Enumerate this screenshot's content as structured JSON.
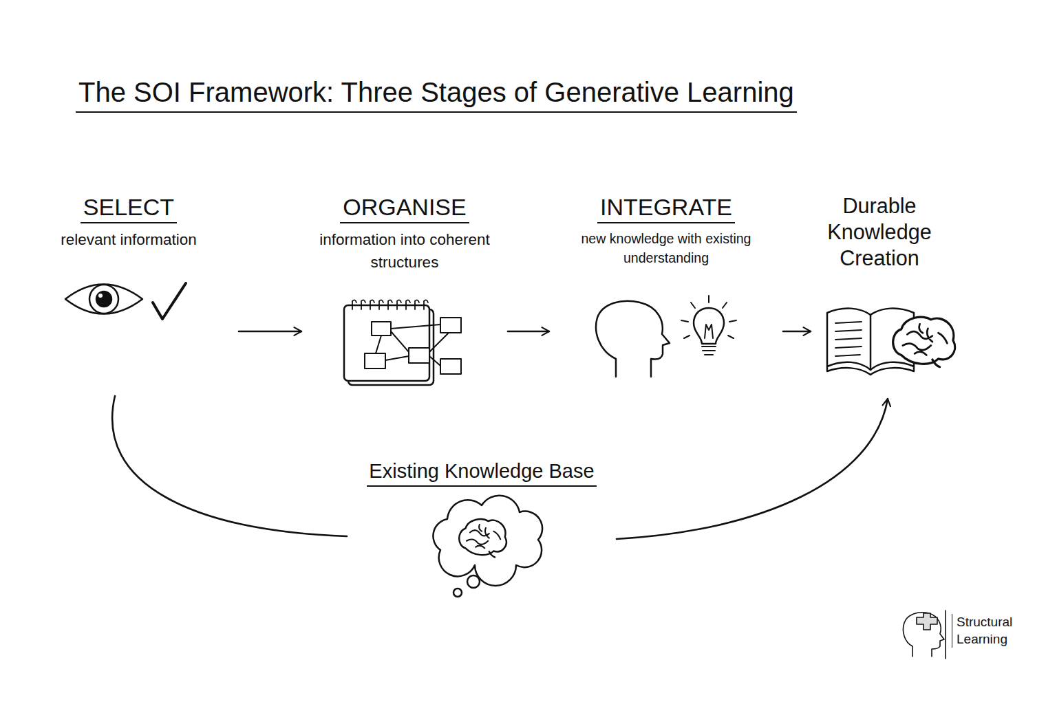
{
  "diagram": {
    "title": "The SOI Framework: Three Stages of Generative Learning",
    "nodes": [
      {
        "text": [
          "SELECT",
          "relevant information"
        ]
      },
      {
        "text": [
          "ORGANISE",
          "information into coherent structures"
        ]
      },
      {
        "text": [
          "INTEGRATE",
          "new knowledge with existing understanding"
        ]
      },
      {
        "text": [
          "Durable Knowledge Creation"
        ]
      },
      {
        "text": [
          "Existing Knowledge Base"
        ]
      }
    ],
    "edges": [
      {
        "from": 0,
        "to": 1,
        "arrow": "to"
      },
      {
        "from": 1,
        "to": 2,
        "arrow": "to"
      },
      {
        "from": 2,
        "to": 3,
        "arrow": "to"
      },
      {
        "from": 0,
        "to": 4,
        "arrow": "none"
      },
      {
        "from": 4,
        "to": 3,
        "arrow": "to"
      }
    ],
    "labels": [
      "Structural Learning"
    ]
  }
}
